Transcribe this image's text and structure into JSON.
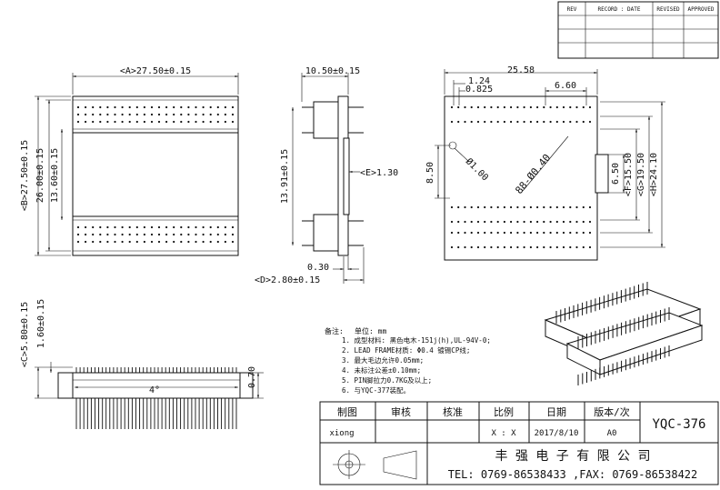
{
  "revision_table": {
    "headers": [
      "REV",
      "RECORD : DATE",
      "REVISED",
      "APPROVED"
    ]
  },
  "top_view": {
    "dim_a": "<A>27.50±0.15",
    "dim_b": "<B>27.50±0.15",
    "dim_h26": "26.00±0.15",
    "dim_h13": "13.60±0.15"
  },
  "side_view": {
    "dim_w": "10.50±0.15",
    "dim_h": "13.91±0.15",
    "dim_e": "<E>1.30",
    "dim_030": "0.30",
    "dim_d": "<D>2.80±0.15"
  },
  "bottom_view": {
    "dim_2558": "25.58",
    "dim_124": "1.24",
    "dim_0825": "0.825",
    "dim_660": "6.60",
    "dim_850": "8.50",
    "dim_hole": "Ø1.00",
    "dim_pins": "88-Ø0.40",
    "dim_650": "6.50",
    "dim_f": "<F>15.50",
    "dim_g": "<G>19.50",
    "dim_h": "<H>24.10"
  },
  "front_view": {
    "dim_c": "<C>5.80±0.15",
    "dim_160": "1.60±0.15",
    "dim_angle": "4°",
    "dim_070": "0.70"
  },
  "notes": {
    "title": "备注:",
    "unit": "单位: mm",
    "lines": [
      "1. 成型材料: 黑色电木-151j(h),UL-94V-0;",
      "2. LEAD FRAME材质: Φ0.4 镀锡CP线;",
      "3. 最大毛边允许0.05mm;",
      "4. 未标注公差±0.10mm;",
      "5. PIN脚拉力0.7KG及以上;",
      "6. 与YQC-377装配。"
    ]
  },
  "title_block": {
    "headers": [
      "制图",
      "审核",
      "核准",
      "比例",
      "日期",
      "版本/次"
    ],
    "values": [
      "xiong",
      "",
      "",
      "X : X",
      "2017/8/10",
      "A0"
    ],
    "part_no": "YQC-376",
    "company": "丰 强 电 子 有 限 公 司",
    "contact": "TEL: 0769-86538433 ,FAX: 0769-86538422"
  }
}
